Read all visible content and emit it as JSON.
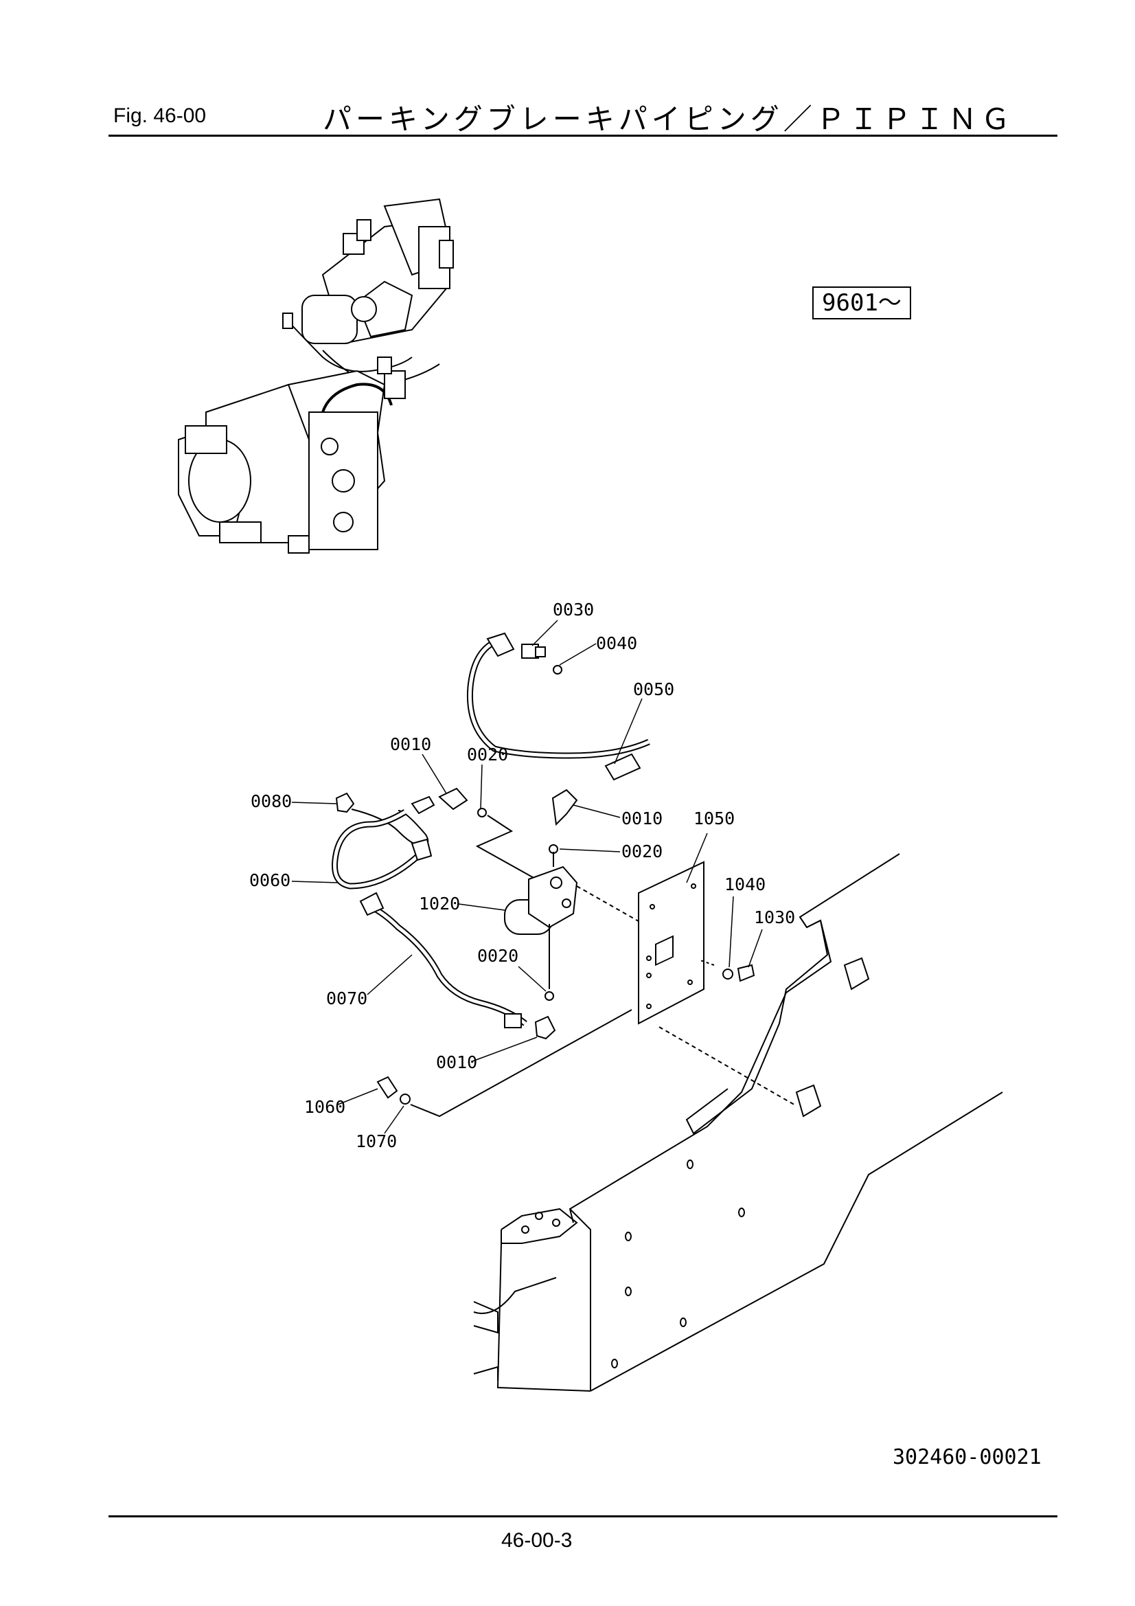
{
  "header": {
    "fig_label": "Fig.  46-00",
    "title": "パーキングブレーキパイピング／ＰＩＰＩＮＧ"
  },
  "serial_range": "9601～",
  "callouts": {
    "c0030": "0030",
    "c0040": "0040",
    "c0050": "0050",
    "c0010a": "0010",
    "c0020a": "0020",
    "c0080": "0080",
    "c0010b": "0010",
    "c1050": "1050",
    "c0020b": "0020",
    "c0060": "0060",
    "c1040": "1040",
    "c1020": "1020",
    "c1030": "1030",
    "c0020c": "0020",
    "c0070": "0070",
    "c0010c": "0010",
    "c1060": "1060",
    "c1070": "1070"
  },
  "drawing_number": "302460-00021",
  "page_number": "46-00-3"
}
